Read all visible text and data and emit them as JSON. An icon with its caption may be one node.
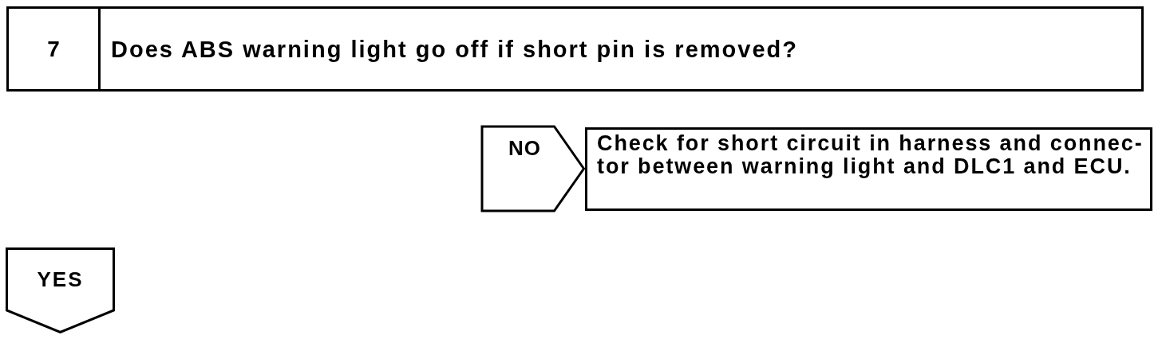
{
  "diagram": {
    "nodes": [
      {
        "text": [
          "7",
          "Does ABS warning light go off if short pin is removed?"
        ]
      },
      {
        "text": [
          "Check for short circuit in harness and connec- tor between warning light and DLC1 and ECU."
        ]
      },
      {
        "text": [
          "YES"
        ]
      }
    ],
    "edges": [
      {
        "from": 0,
        "to": 1,
        "arrow": "to",
        "label": "NO"
      }
    ]
  }
}
